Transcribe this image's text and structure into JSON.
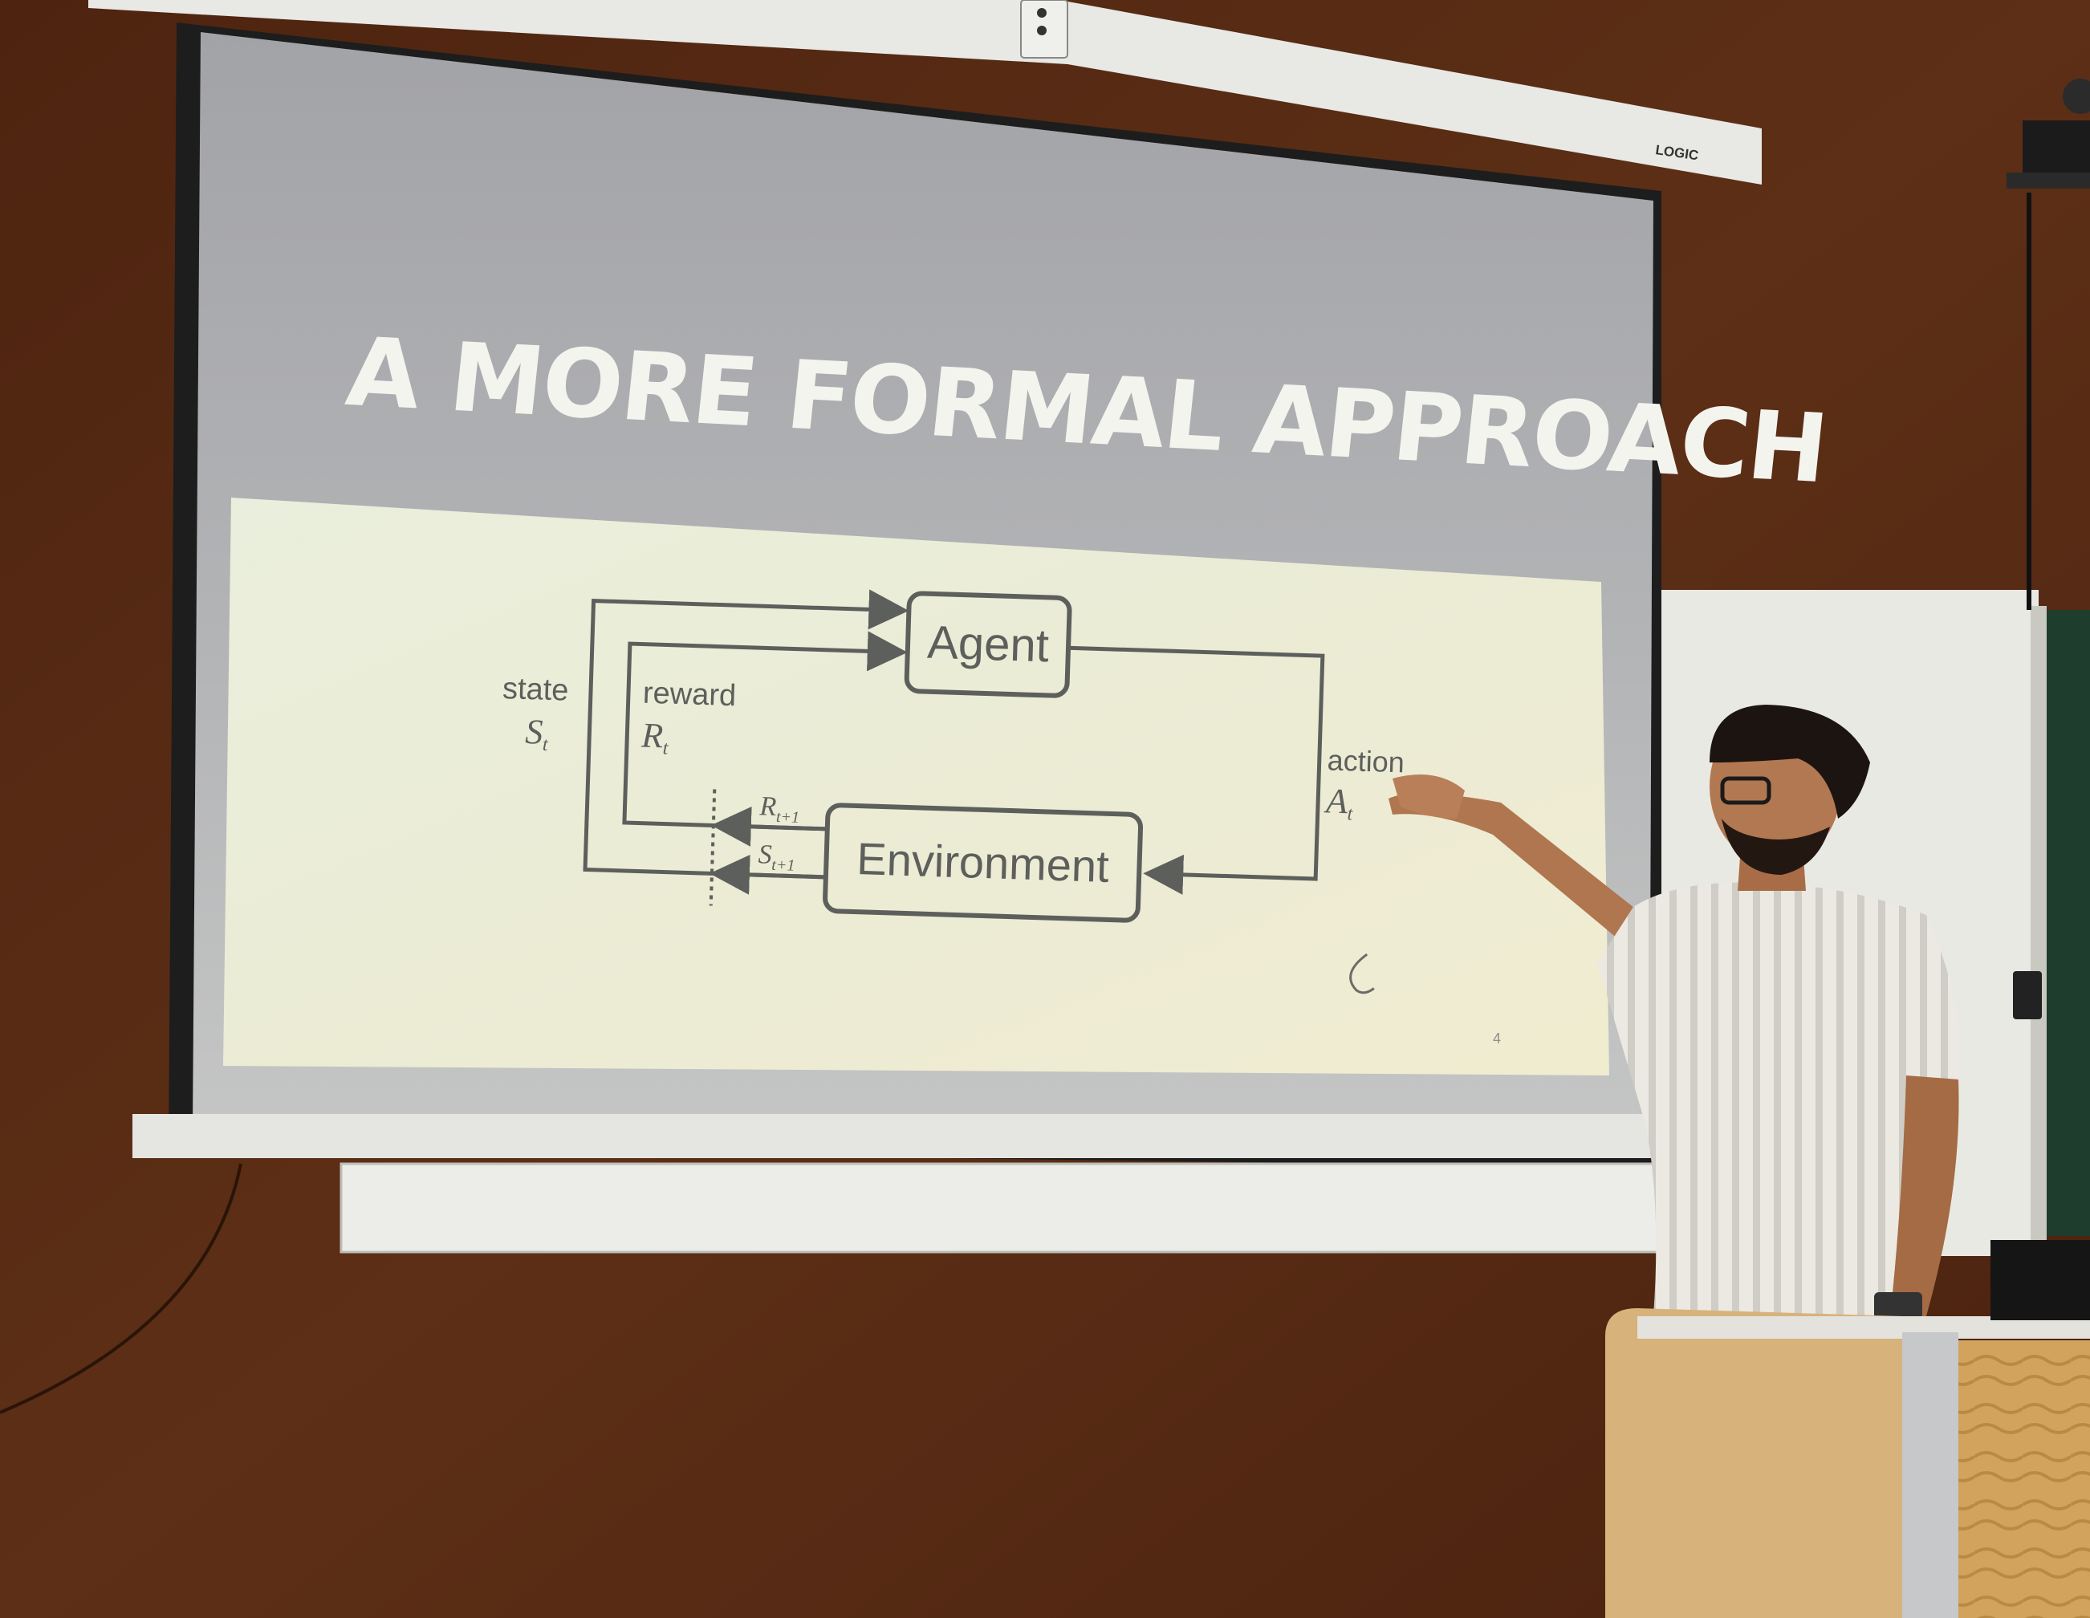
{
  "screen": {
    "brand": "LOGIC"
  },
  "slide": {
    "title": "A MORE FORMAL APPROACH",
    "page_number": "4"
  },
  "diagram": {
    "agent_label": "Agent",
    "environment_label": "Environment",
    "state_label": "state",
    "state_symbol": "S",
    "state_subscript": "t",
    "reward_label": "reward",
    "reward_symbol": "R",
    "reward_subscript": "t",
    "action_label": "action",
    "action_symbol": "A",
    "action_subscript": "t",
    "next_reward_symbol": "R",
    "next_reward_subscript": "t+1",
    "next_state_symbol": "S",
    "next_state_subscript": "t+1"
  },
  "colors": {
    "wall": "#5a2d14",
    "screen_gray": "#9c9da1",
    "slide_panel": "#e6ead9",
    "diagram_ink": "#5d5f5c",
    "title_text": "#f4f4ef",
    "shirt": "#e7e5de",
    "podium": "#d4ae74"
  }
}
